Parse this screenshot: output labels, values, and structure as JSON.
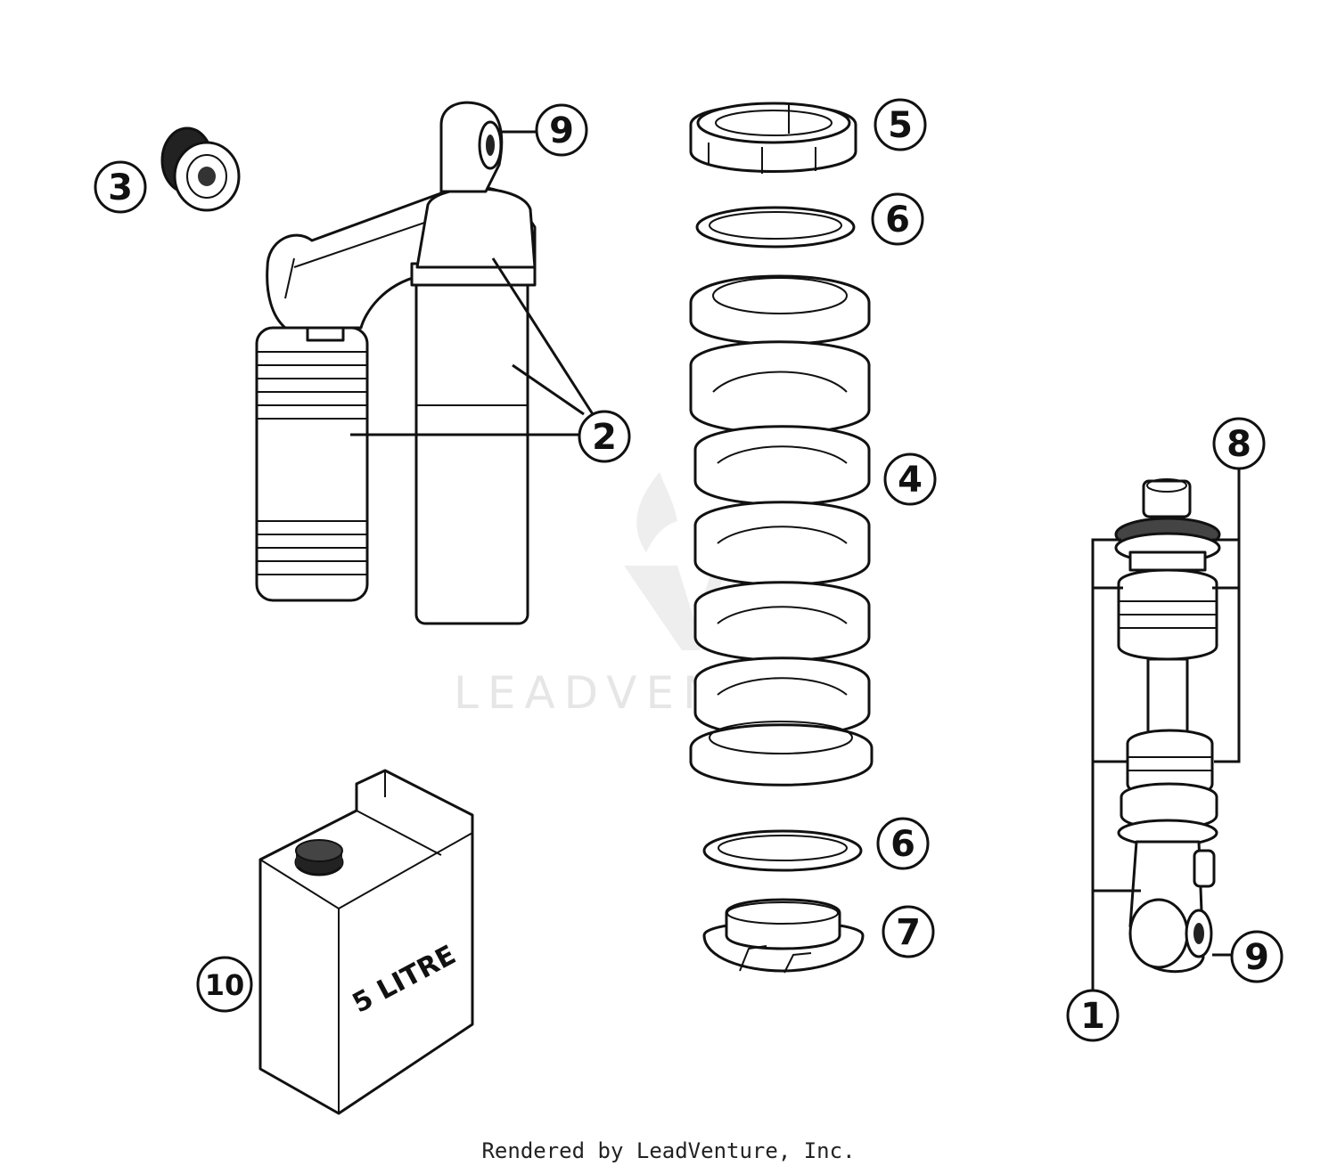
{
  "watermark": {
    "text": "LEADVENTURE"
  },
  "container_label": "5 LITRE",
  "footer": {
    "text": "Rendered by LeadVenture, Inc."
  },
  "callouts": [
    {
      "id": "c1",
      "number": "1"
    },
    {
      "id": "c2",
      "number": "2"
    },
    {
      "id": "c3",
      "number": "3"
    },
    {
      "id": "c4",
      "number": "4"
    },
    {
      "id": "c5",
      "number": "5"
    },
    {
      "id": "c6a",
      "number": "6"
    },
    {
      "id": "c6b",
      "number": "6"
    },
    {
      "id": "c7",
      "number": "7"
    },
    {
      "id": "c8",
      "number": "8"
    },
    {
      "id": "c9a",
      "number": "9"
    },
    {
      "id": "c9b",
      "number": "9"
    },
    {
      "id": "c10",
      "number": "10"
    }
  ]
}
